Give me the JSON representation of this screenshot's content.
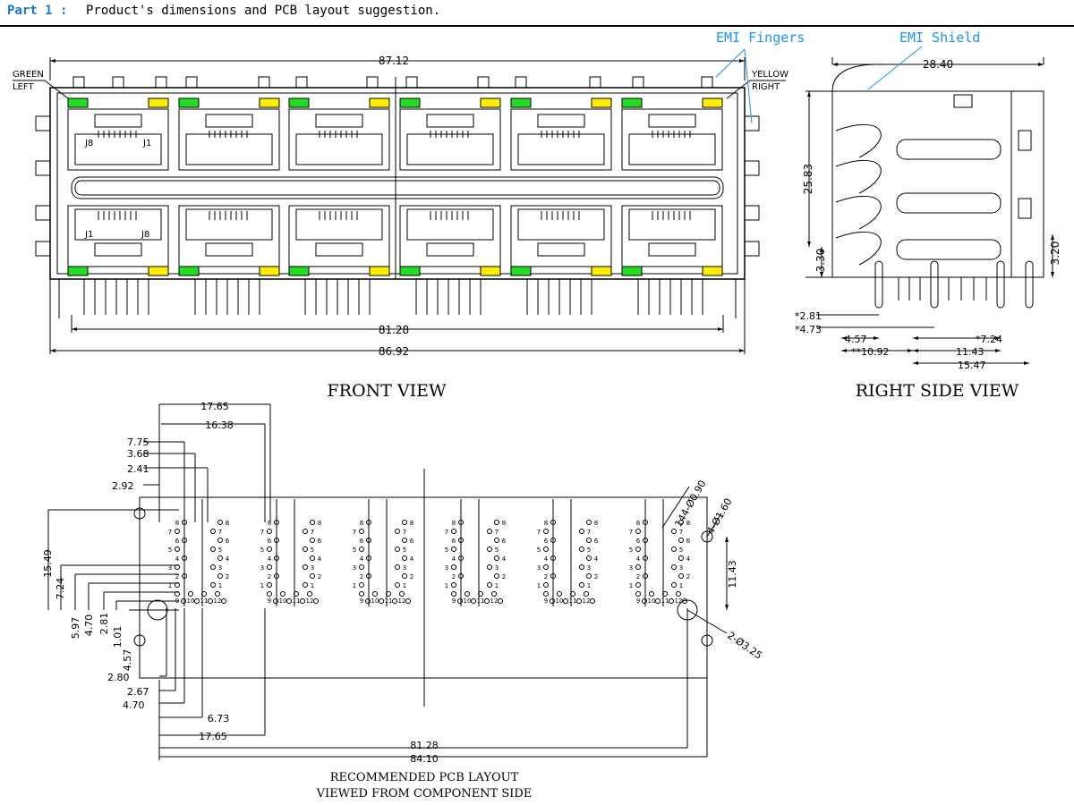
{
  "header": {
    "part_label": "Part 1",
    "separator": ":",
    "title": "Product's dimensions and PCB layout suggestion."
  },
  "front_view": {
    "caption": "FRONT VIEW",
    "dim_overall_top": "87.12",
    "dim_pin_span": "81.28",
    "dim_overall_bottom": "86.92",
    "led_left_label": [
      "GREEN",
      "LEFT"
    ],
    "led_right_label": [
      "YELLOW",
      "RIGHT"
    ],
    "callout_emi_fingers": "EMI Fingers",
    "port_labels_top": [
      "J8",
      "J1"
    ],
    "port_labels_bottom": [
      "J1",
      "J8"
    ]
  },
  "side_view": {
    "caption": "RIGHT SIDE VIEW",
    "callout_emi_shield": "EMI Shield",
    "dim_depth": "28.40",
    "dim_height": "25.83",
    "dim_standoff_left": "3.30",
    "dim_standoff_right": "3.20",
    "dim_a": "*2.81",
    "dim_b": "*4.73",
    "dim_c": "4.57",
    "dim_d": "*7.24",
    "dim_e": "**10.92",
    "dim_f": "11.43",
    "dim_g": "15.47"
  },
  "pcb_layout": {
    "caption_line1": "RECOMMENDED PCB LAYOUT",
    "caption_line2": "VIEWED FROM COMPONENT SIDE",
    "top_dims": [
      "17.65",
      "16.38",
      "7.75",
      "3.68",
      "2.41",
      "2.92"
    ],
    "left_dims": [
      "15.49",
      "7.24",
      "5.97",
      "4.70",
      "2.81",
      "1.01",
      "4.57"
    ],
    "bottom_dims": [
      "2.80",
      "2.67",
      "4.70",
      "6.73",
      "17.65",
      "81.28",
      "84.10"
    ],
    "note_small_holes": "144-Ø0.90",
    "note_mid_holes": "4-Ø1.60",
    "note_large_holes": "2-Ø3.25",
    "dim_right": "11.43",
    "pin_numbers_upper": [
      "8",
      "7",
      "6",
      "5",
      "4",
      "3",
      "2",
      "1"
    ],
    "pin_numbers_lower": [
      "9",
      "10",
      "11",
      "12"
    ]
  },
  "colors": {
    "header_blue": "#1e73d6",
    "callout_cyan": "#1e90ff",
    "led_green": "#22dd22",
    "led_yellow": "#ffee00"
  }
}
